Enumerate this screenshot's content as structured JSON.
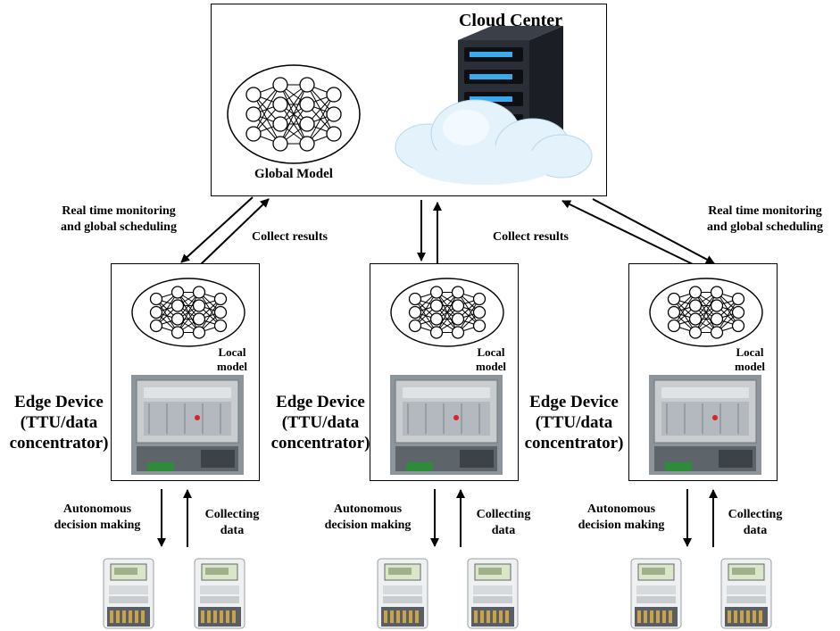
{
  "cloud": {
    "title": "Cloud Center",
    "global_model_label": "Global Model"
  },
  "links": {
    "monitoring_left": "Real time monitoring\nand global scheduling",
    "monitoring_right": "Real time monitoring\nand global scheduling",
    "collect_left": "Collect results",
    "collect_center": "Collect results"
  },
  "edges": [
    {
      "device_label": "Edge Device\n(TTU/data\nconcentrator)",
      "local_model_label": "Local\nmodel",
      "down_label": "Autonomous\ndecision making",
      "up_label": "Collecting\ndata"
    },
    {
      "device_label": "Edge Device\n(TTU/data\nconcentrator)",
      "local_model_label": "Local\nmodel",
      "down_label": "Autonomous\ndecision making",
      "up_label": "Collecting\ndata"
    },
    {
      "device_label": "Edge Device\n(TTU/data\nconcentrator)",
      "local_model_label": "Local\nmodel",
      "down_label": "Autonomous\ndecision making",
      "up_label": "Collecting\ndata"
    }
  ]
}
